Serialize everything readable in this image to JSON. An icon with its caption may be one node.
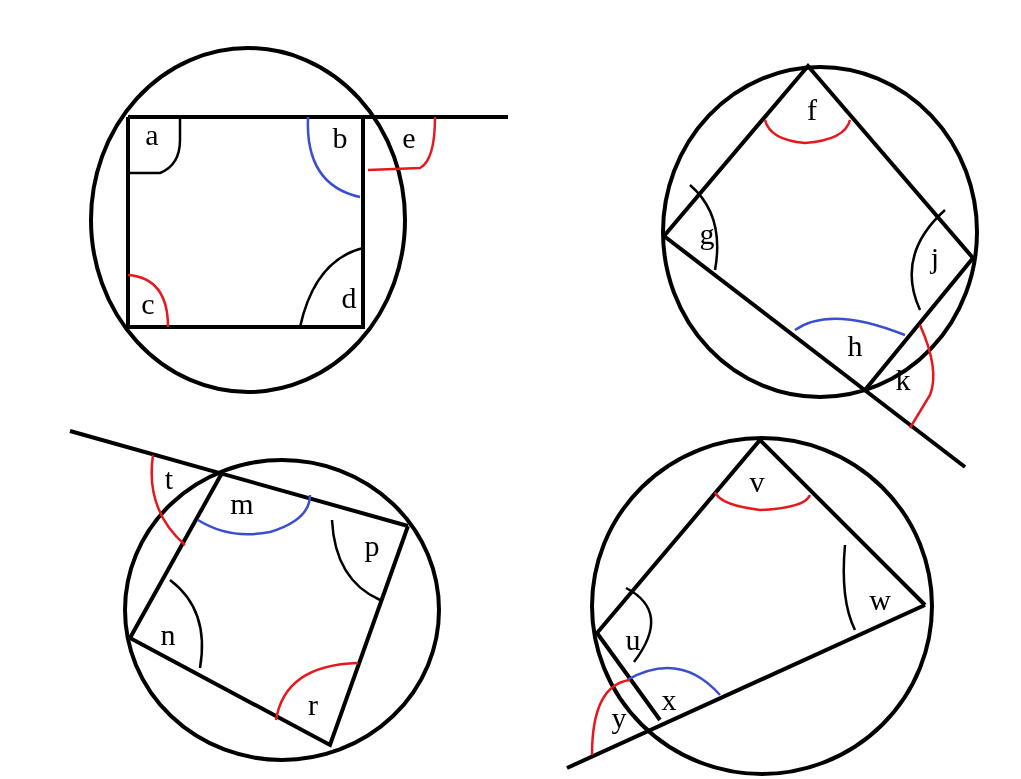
{
  "diagram": {
    "labels": [
      "a",
      "b",
      "e",
      "c",
      "d",
      "f",
      "g",
      "j",
      "h",
      "k",
      "t",
      "m",
      "p",
      "n",
      "r",
      "v",
      "w",
      "u",
      "x",
      "y"
    ]
  }
}
